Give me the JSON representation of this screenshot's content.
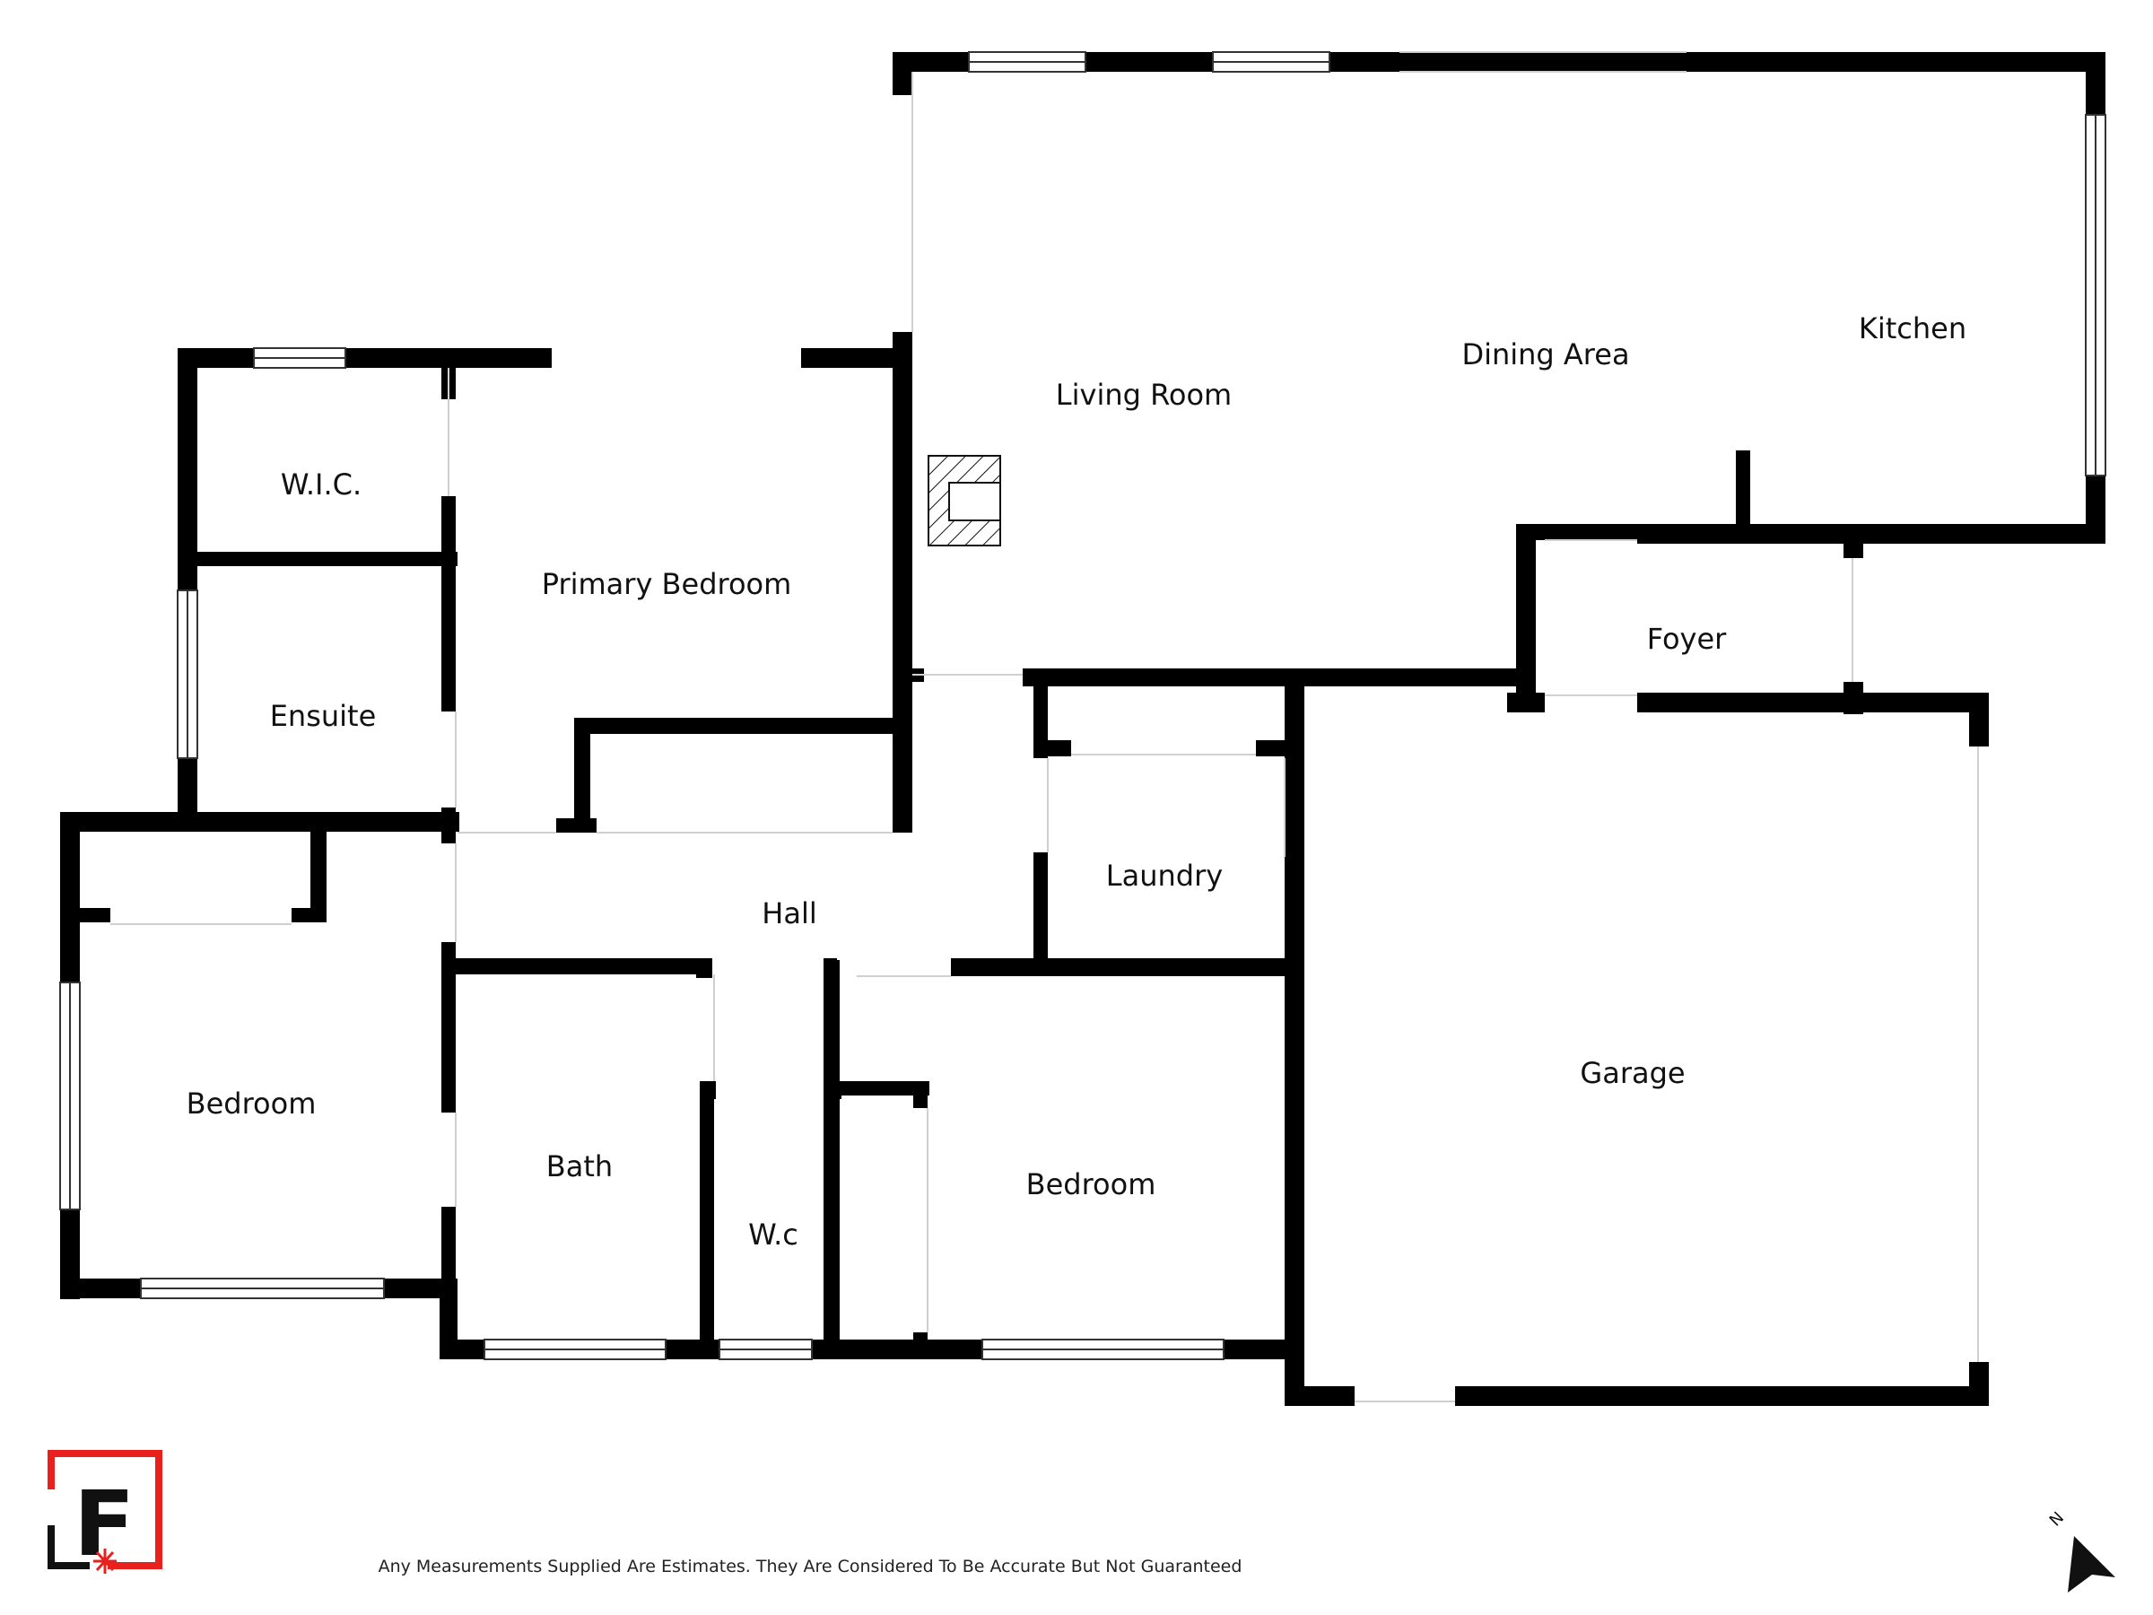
{
  "rooms": {
    "living_room": "Living Room",
    "dining_area": "Dining Area",
    "kitchen": "Kitchen",
    "wic": "W.I.C.",
    "primary_bedroom": "Primary Bedroom",
    "ensuite": "Ensuite",
    "foyer": "Foyer",
    "laundry": "Laundry",
    "hall": "Hall",
    "bedroom_west": "Bedroom",
    "bath": "Bath",
    "wc": "W.c",
    "bedroom_south": "Bedroom",
    "garage": "Garage"
  },
  "disclaimer": "Any Measurements Supplied Are Estimates. They Are Considered To Be Accurate But Not Guaranteed",
  "logo": {
    "letter": "F",
    "accent_color": "#e8201e"
  },
  "compass": {
    "label": "N"
  },
  "colors": {
    "wall": "#000000",
    "background": "#ffffff",
    "window_line": "#555555"
  }
}
